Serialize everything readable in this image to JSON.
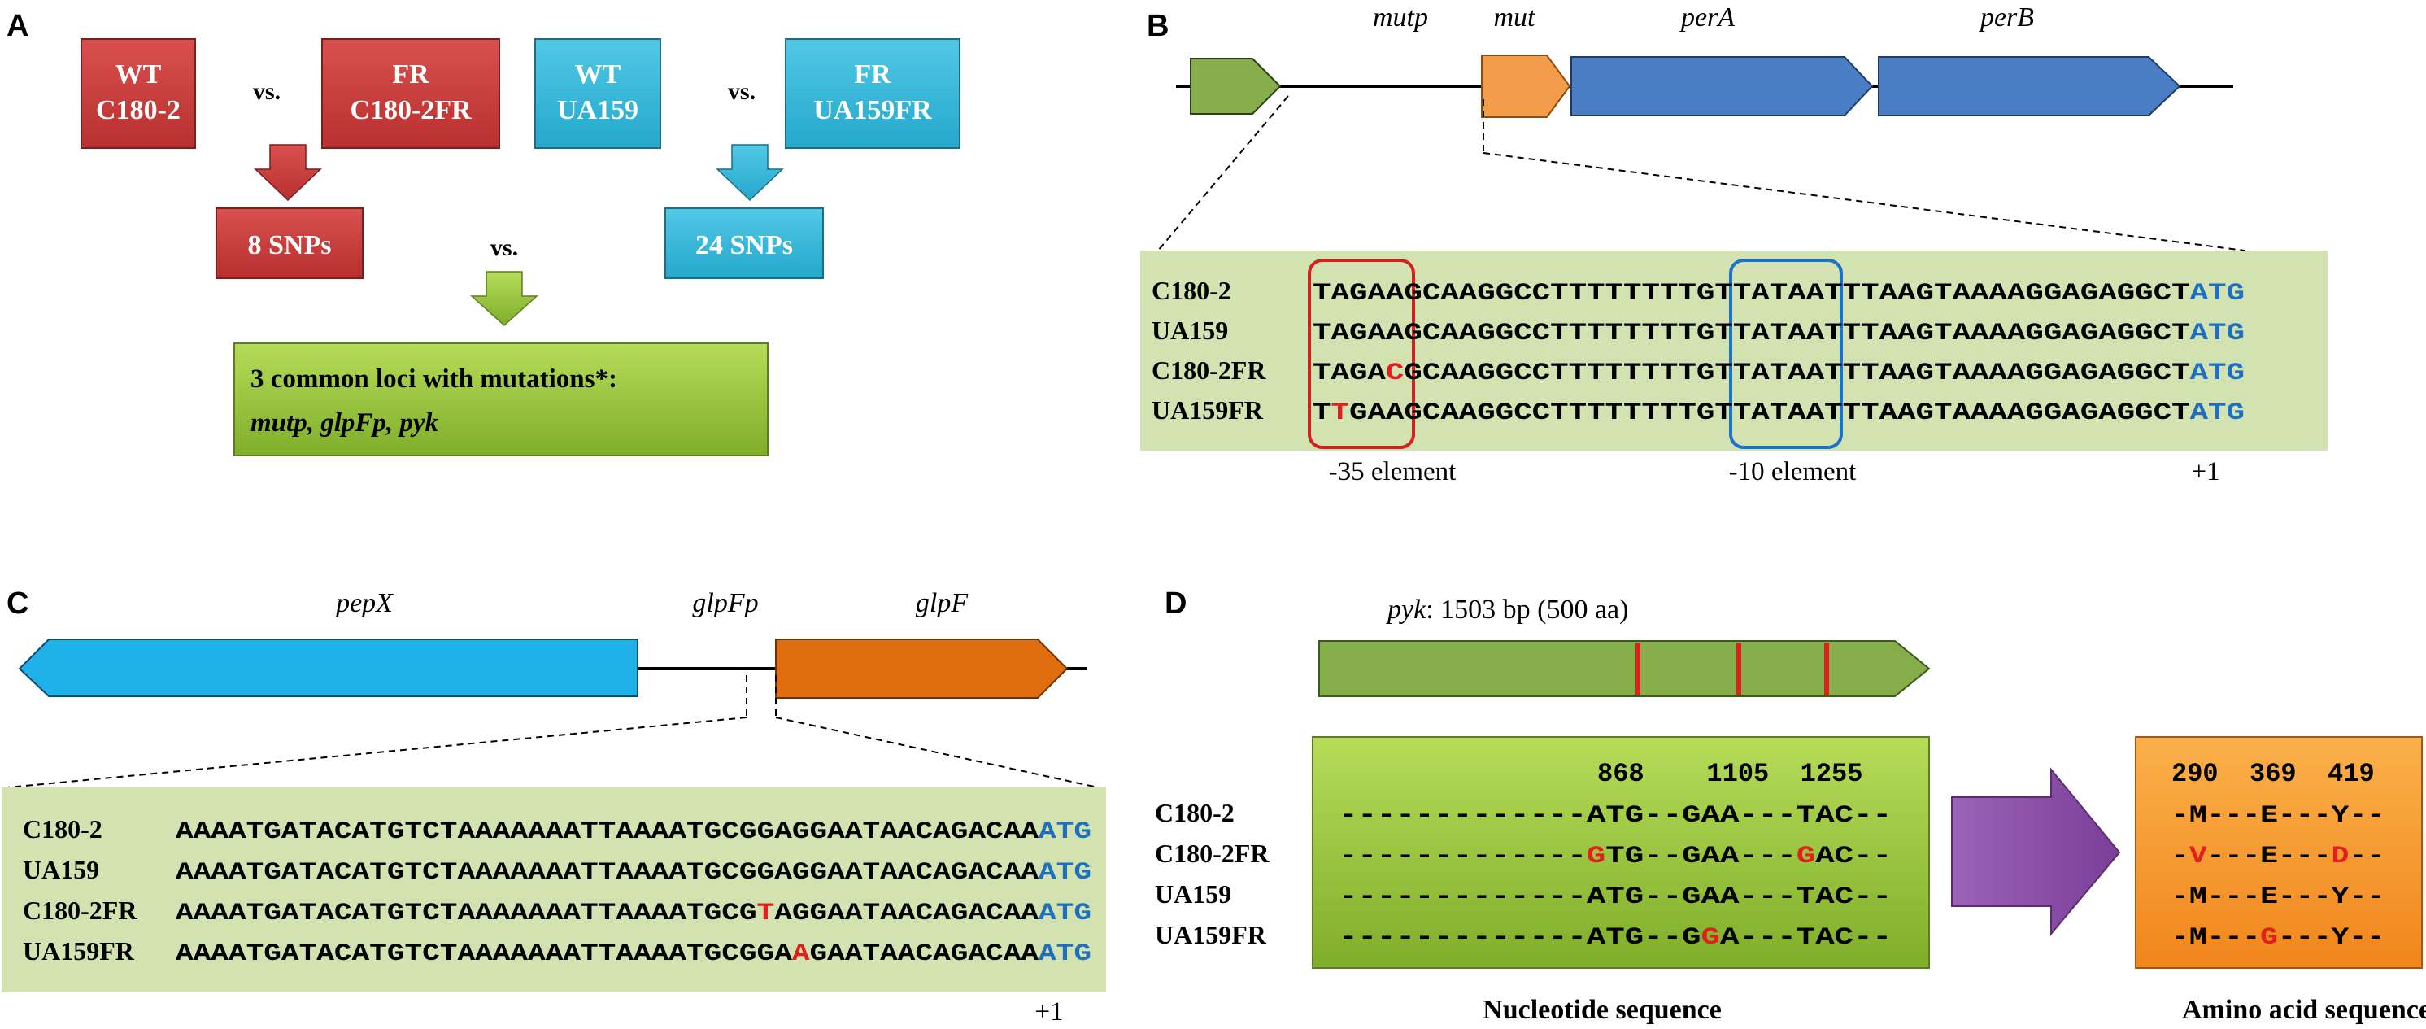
{
  "panels": {
    "a": {
      "letter": "A",
      "wt1": "WT",
      "wt1_strain": "C180-2",
      "fr1": "FR",
      "fr1_strain": "C180-2FR",
      "wt2": "WT",
      "wt2_strain": "UA159",
      "fr2": "FR",
      "fr2_strain": "UA159FR",
      "vs": "vs.",
      "snps1": "8 SNPs",
      "snps2": "24 SNPs",
      "result_line1": "3 common  loci with mutations*:",
      "result_line2": "mutp, glpFp, pyk"
    },
    "b": {
      "letter": "B",
      "genes": [
        "mutp",
        "mut",
        "perA",
        "perB"
      ],
      "rows": [
        {
          "name": "C180-2",
          "segs": [
            {
              "t": "TAGAAGCAAGGCCTTTTTTTTGTTATAATTTAAGTAAAAGGAGAGGCT",
              "c": "k"
            },
            {
              "t": "ATG",
              "c": "b"
            }
          ]
        },
        {
          "name": "UA159",
          "segs": [
            {
              "t": "TAGAAGCAAGGCCTTTTTTTTGTTATAATTTAAGTAAAAGGAGAGGCT",
              "c": "k"
            },
            {
              "t": "ATG",
              "c": "b"
            }
          ]
        },
        {
          "name": "C180-2FR",
          "segs": [
            {
              "t": "TAGA",
              "c": "k"
            },
            {
              "t": "C",
              "c": "r"
            },
            {
              "t": "GCAAGGCCTTTTTTTTGTTATAATTTAAGTAAAAGGAGAGGCT",
              "c": "k"
            },
            {
              "t": "ATG",
              "c": "b"
            }
          ]
        },
        {
          "name": "UA159FR",
          "segs": [
            {
              "t": "T",
              "c": "k"
            },
            {
              "t": "T",
              "c": "r"
            },
            {
              "t": "GAAGCAAGGCCTTTTTTTTGTTATAATTTAAGTAAAAGGAGAGGCT",
              "c": "k"
            },
            {
              "t": "ATG",
              "c": "b"
            }
          ]
        }
      ],
      "label_35": "-35 element",
      "label_10": "-10 element",
      "label_plus1": "+1"
    },
    "c": {
      "letter": "C",
      "genes": [
        "pepX",
        "glpFp",
        "glpF"
      ],
      "rows": [
        {
          "name": "C180-2",
          "segs": [
            {
              "t": "AAAATGATACATGTCTAAAAAAATTAAAATGCGGAGGAATAACAGACAA",
              "c": "k"
            },
            {
              "t": "ATG",
              "c": "b"
            }
          ]
        },
        {
          "name": "UA159",
          "segs": [
            {
              "t": "AAAATGATACATGTCTAAAAAAATTAAAATGCGGAGGAATAACAGACAA",
              "c": "k"
            },
            {
              "t": "ATG",
              "c": "b"
            }
          ]
        },
        {
          "name": "C180-2FR",
          "segs": [
            {
              "t": "AAAATGATACATGTCTAAAAAAATTAAAATGCG",
              "c": "k"
            },
            {
              "t": "T",
              "c": "r"
            },
            {
              "t": "AGGAATAACAGACAA",
              "c": "k"
            },
            {
              "t": "ATG",
              "c": "b"
            }
          ]
        },
        {
          "name": "UA159FR",
          "segs": [
            {
              "t": "AAAATGATACATGTCTAAAAAAATTAAAATGCGGA",
              "c": "k"
            },
            {
              "t": "A",
              "c": "r"
            },
            {
              "t": "GAATAACAGACAA",
              "c": "k"
            },
            {
              "t": "ATG",
              "c": "b"
            }
          ]
        }
      ],
      "label_plus1": "+1"
    },
    "d": {
      "letter": "D",
      "gene_name": "pyk",
      "gene_desc": ": 1503  bp (500  aa)",
      "nt_positions": "868    1105  1255",
      "aa_positions": "290  369  419",
      "strains": [
        "C180-2",
        "C180-2FR",
        "UA159",
        "UA159FR"
      ],
      "nt_rows": [
        [
          {
            "t": "-------------ATG--GAA---TAC--",
            "c": "k"
          }
        ],
        [
          {
            "t": "-------------",
            "c": "k"
          },
          {
            "t": "G",
            "c": "r"
          },
          {
            "t": "TG--GAA---",
            "c": "k"
          },
          {
            "t": "G",
            "c": "r"
          },
          {
            "t": "AC--",
            "c": "k"
          }
        ],
        [
          {
            "t": "-------------ATG--GAA---TAC--",
            "c": "k"
          }
        ],
        [
          {
            "t": "-------------ATG--G",
            "c": "k"
          },
          {
            "t": "G",
            "c": "r"
          },
          {
            "t": "A---TAC--",
            "c": "k"
          }
        ]
      ],
      "aa_rows": [
        [
          {
            "t": "-M---E---Y--",
            "c": "k"
          }
        ],
        [
          {
            "t": "-",
            "c": "k"
          },
          {
            "t": "V",
            "c": "r"
          },
          {
            "t": "---E---",
            "c": "k"
          },
          {
            "t": "D",
            "c": "r"
          },
          {
            "t": "--",
            "c": "k"
          }
        ],
        [
          {
            "t": "-M---E---Y--",
            "c": "k"
          }
        ],
        [
          {
            "t": "-M---",
            "c": "k"
          },
          {
            "t": "G",
            "c": "r"
          },
          {
            "t": "---Y--",
            "c": "k"
          }
        ]
      ],
      "nt_caption": "Nucleotide sequence",
      "aa_caption": "Amino acid sequence"
    }
  },
  "colors": {
    "red_box": "#c8403f",
    "cyan_box": "#38b8d8",
    "green_box": "#9bc63b",
    "seq_bg": "#d2e2b0",
    "gene_blue": "#4a7ec4",
    "gene_orange_light": "#f39c4a",
    "gene_green": "#85ad4a",
    "pepx_cyan": "#1fb2e8",
    "glpf_orange": "#e06d10",
    "mut_red": "#e21e1e",
    "atg_blue": "#1e6fc0",
    "arrow_purple": "#8c4fa8"
  }
}
